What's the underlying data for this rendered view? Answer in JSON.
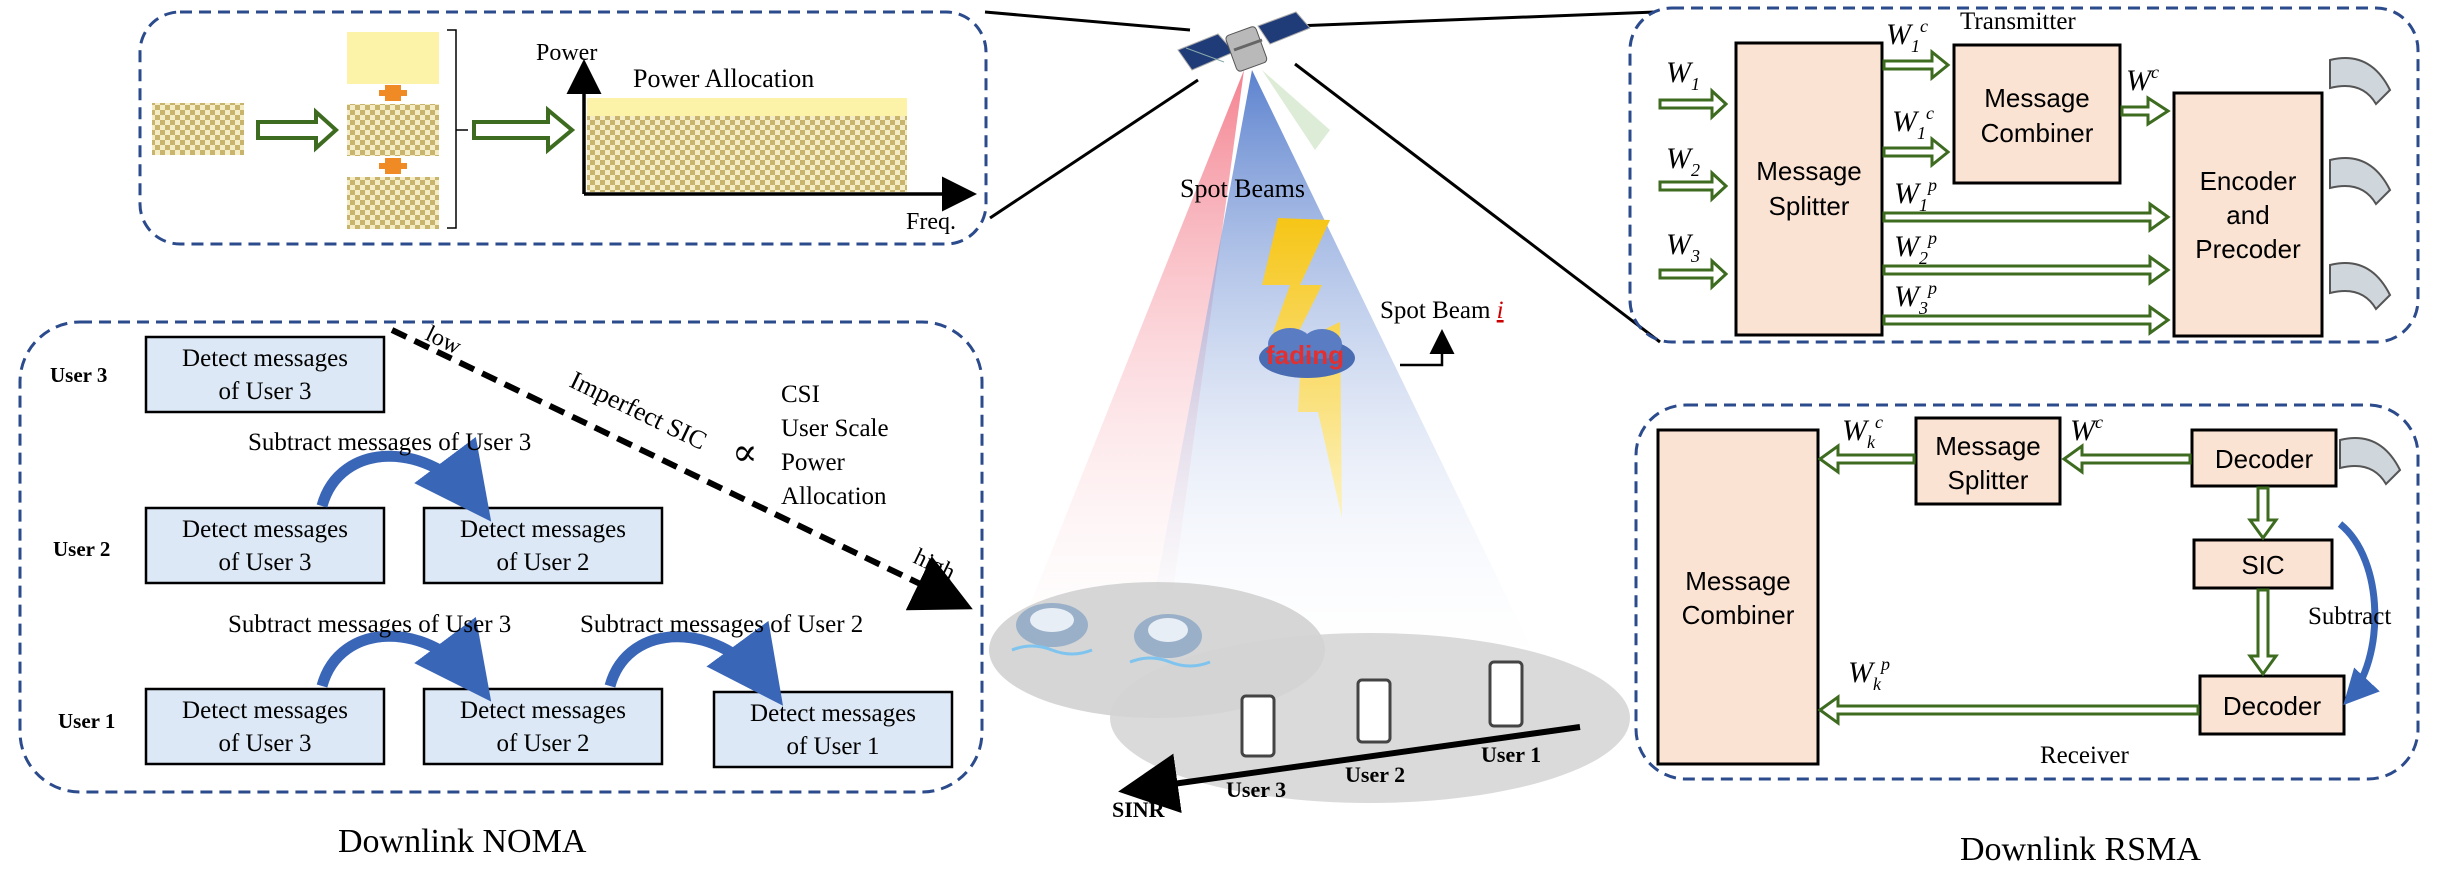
{
  "top_left": {
    "power_label": "Power",
    "alloc_label": "Power Allocation",
    "freq_label": "Freq."
  },
  "satellite": {
    "spot_beams_label": "Spot Beams",
    "spot_beam_i_label": "Spot Beam",
    "spot_beam_i_index": "i",
    "fading_label": "fading",
    "sinr_label": "SINR",
    "ground_users": [
      "User 3",
      "User 2",
      "User 1"
    ]
  },
  "noma": {
    "caption": "Downlink NOMA",
    "rows": [
      {
        "label": "User 3",
        "boxes": [
          [
            "Detect messages",
            "of User 3"
          ]
        ]
      },
      {
        "label": "User 2",
        "boxes": [
          [
            "Detect messages",
            "of User 3"
          ],
          [
            "Detect messages",
            "of User 2"
          ]
        ]
      },
      {
        "label": "User 1",
        "boxes": [
          [
            "Detect messages",
            "of User 3"
          ],
          [
            "Detect messages",
            "of User 2"
          ],
          [
            "Detect messages",
            "of User 1"
          ]
        ]
      }
    ],
    "subtract_labels": [
      "Subtract messages of User 3",
      "Subtract messages of User 3",
      "Subtract messages of User 2"
    ],
    "low_label": "low",
    "high_label": "high",
    "sic_label": "Imperfect SIC",
    "proportional_symbol": "∝",
    "factors": [
      "CSI",
      "User Scale",
      "Power",
      "Allocation"
    ]
  },
  "rsma_tx": {
    "title": "Transmitter",
    "splitter": [
      "Message",
      "Splitter"
    ],
    "combiner": [
      "Message",
      "Combiner"
    ],
    "encoder": [
      "Encoder",
      "and",
      "Precoder"
    ],
    "inputs": [
      {
        "base": "W",
        "sub": "1"
      },
      {
        "base": "W",
        "sub": "2"
      },
      {
        "base": "W",
        "sub": "3"
      }
    ],
    "common_parts": [
      {
        "base": "W",
        "sub": "1",
        "sup": "c"
      },
      {
        "base": "W",
        "sub": "1",
        "sup": "c"
      }
    ],
    "combined": {
      "base": "W",
      "sup": "c"
    },
    "private_parts": [
      {
        "base": "W",
        "sub": "1",
        "sup": "p"
      },
      {
        "base": "W",
        "sub": "2",
        "sup": "p"
      },
      {
        "base": "W",
        "sub": "3",
        "sup": "p"
      }
    ]
  },
  "rsma_rx": {
    "title": "Receiver",
    "caption": "Downlink RSMA",
    "combiner": [
      "Message",
      "Combiner"
    ],
    "splitter": [
      "Message",
      "Splitter"
    ],
    "decoder_top": "Decoder",
    "sic": "SIC",
    "subtract": "Subtract",
    "decoder_bottom": "Decoder",
    "wkc": {
      "base": "W",
      "sub": "k",
      "sup": "c"
    },
    "wc": {
      "base": "W",
      "sup": "c"
    },
    "wkp": {
      "base": "W",
      "sub": "k",
      "sup": "p"
    }
  },
  "colors": {
    "panel_border": "#2b4b8c",
    "block_fill": "#fbe3d3",
    "noma_box_fill": "#dce8f5",
    "arrow_green": "#3d6b1f",
    "curve_blue": "#3a66b8",
    "beam_red": "#f26d7d",
    "beam_blue": "#4a74c9",
    "checker": "#c9b46e",
    "power_fill": "#fdf3a8"
  }
}
